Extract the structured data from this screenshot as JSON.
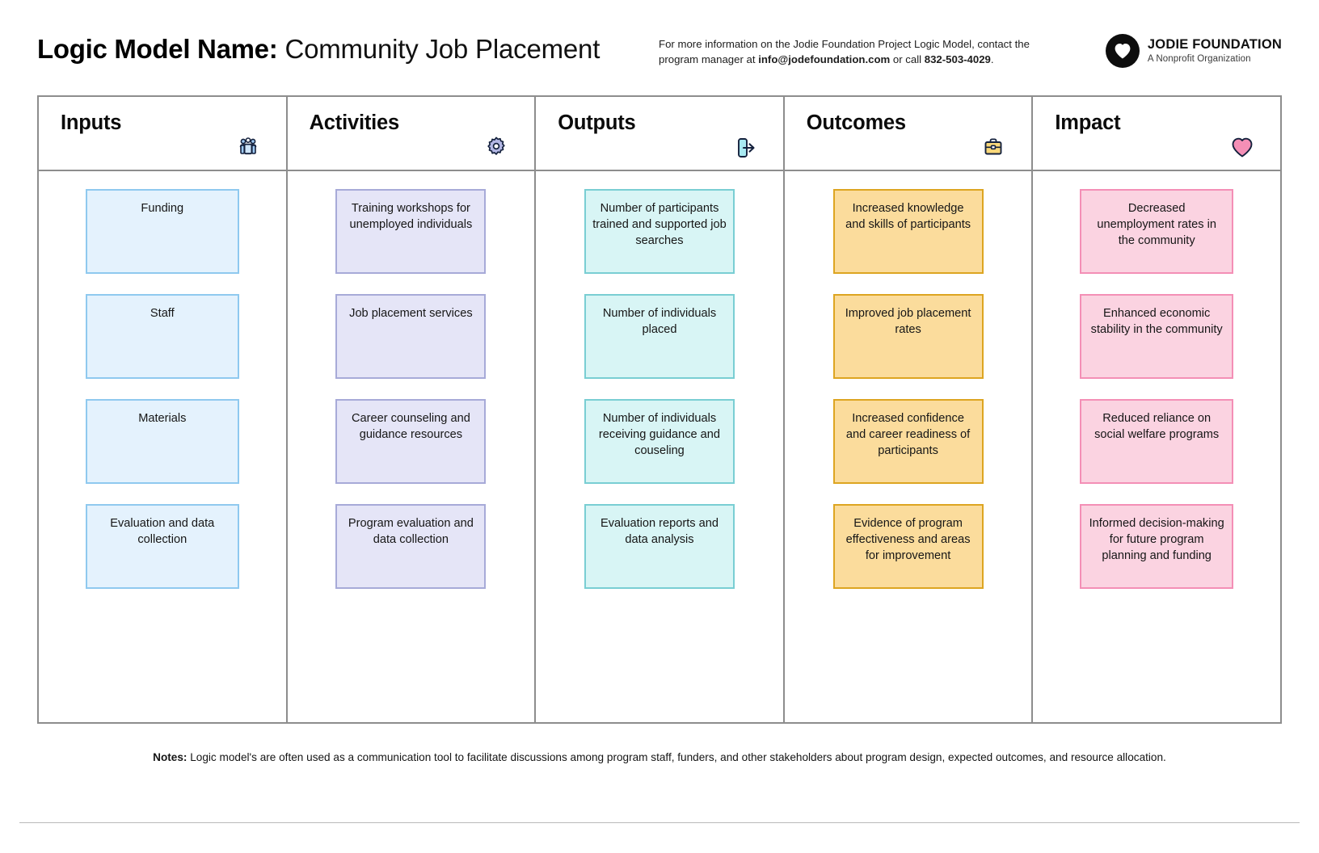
{
  "header": {
    "title_label": "Logic Model Name:",
    "title_value": "Community Job Placement",
    "contact_line1": "For more information on the Jodie Foundation Project Logic Model, contact the",
    "contact_line2_pre": "program manager at ",
    "contact_email": "info@jodefoundation.com",
    "contact_mid": " or call ",
    "contact_phone": "832-503-4029",
    "contact_end": ".",
    "logo_name": "JODIE FOUNDATION",
    "logo_sub": "A Nonprofit Organization",
    "logo_icon": "heart-in-circle-icon"
  },
  "columns": [
    {
      "key": "inputs",
      "label": "Inputs",
      "icon": "people-group-icon",
      "fill": "#e4f2fd",
      "border": "#8fc9ef",
      "cards": [
        "Funding",
        "Staff",
        "Materials",
        "Evaluation and data collection"
      ]
    },
    {
      "key": "activities",
      "label": "Activities",
      "icon": "gear-icon",
      "fill": "#e5e5f7",
      "border": "#a7aad8",
      "cards": [
        "Training workshops for unemployed individuals",
        "Job placement services",
        "Career counseling and guidance resources",
        "Program evaluation and data collection"
      ]
    },
    {
      "key": "outputs",
      "label": "Outputs",
      "icon": "export-arrow-icon",
      "fill": "#d8f5f5",
      "border": "#79ced3",
      "cards": [
        "Number of participants trained and supported job searches",
        "Number of individuals placed",
        "Number of individuals receiving guidance and couseling",
        "Evaluation reports and data analysis"
      ]
    },
    {
      "key": "outcomes",
      "label": "Outcomes",
      "icon": "briefcase-icon",
      "fill": "#fbdc9c",
      "border": "#dda521",
      "cards": [
        "Increased knowledge and skills of participants",
        "Improved job placement rates",
        "Increased confidence and career readiness of participants",
        "Evidence of program effectiveness and areas for improvement"
      ]
    },
    {
      "key": "impact",
      "label": "Impact",
      "icon": "heart-icon",
      "fill": "#fbd3e1",
      "border": "#f48fb6",
      "cards": [
        "Decreased unemployment rates in the community",
        "Enhanced economic stability in the community",
        "Reduced reliance on social welfare programs",
        "Informed decision-making for future program planning and funding"
      ]
    }
  ],
  "notes": {
    "label": "Notes:",
    "text": " Logic model's are often used as a communication tool to facilitate discussions among program staff, funders, and other stakeholders about program design, expected outcomes, and resource allocation."
  }
}
